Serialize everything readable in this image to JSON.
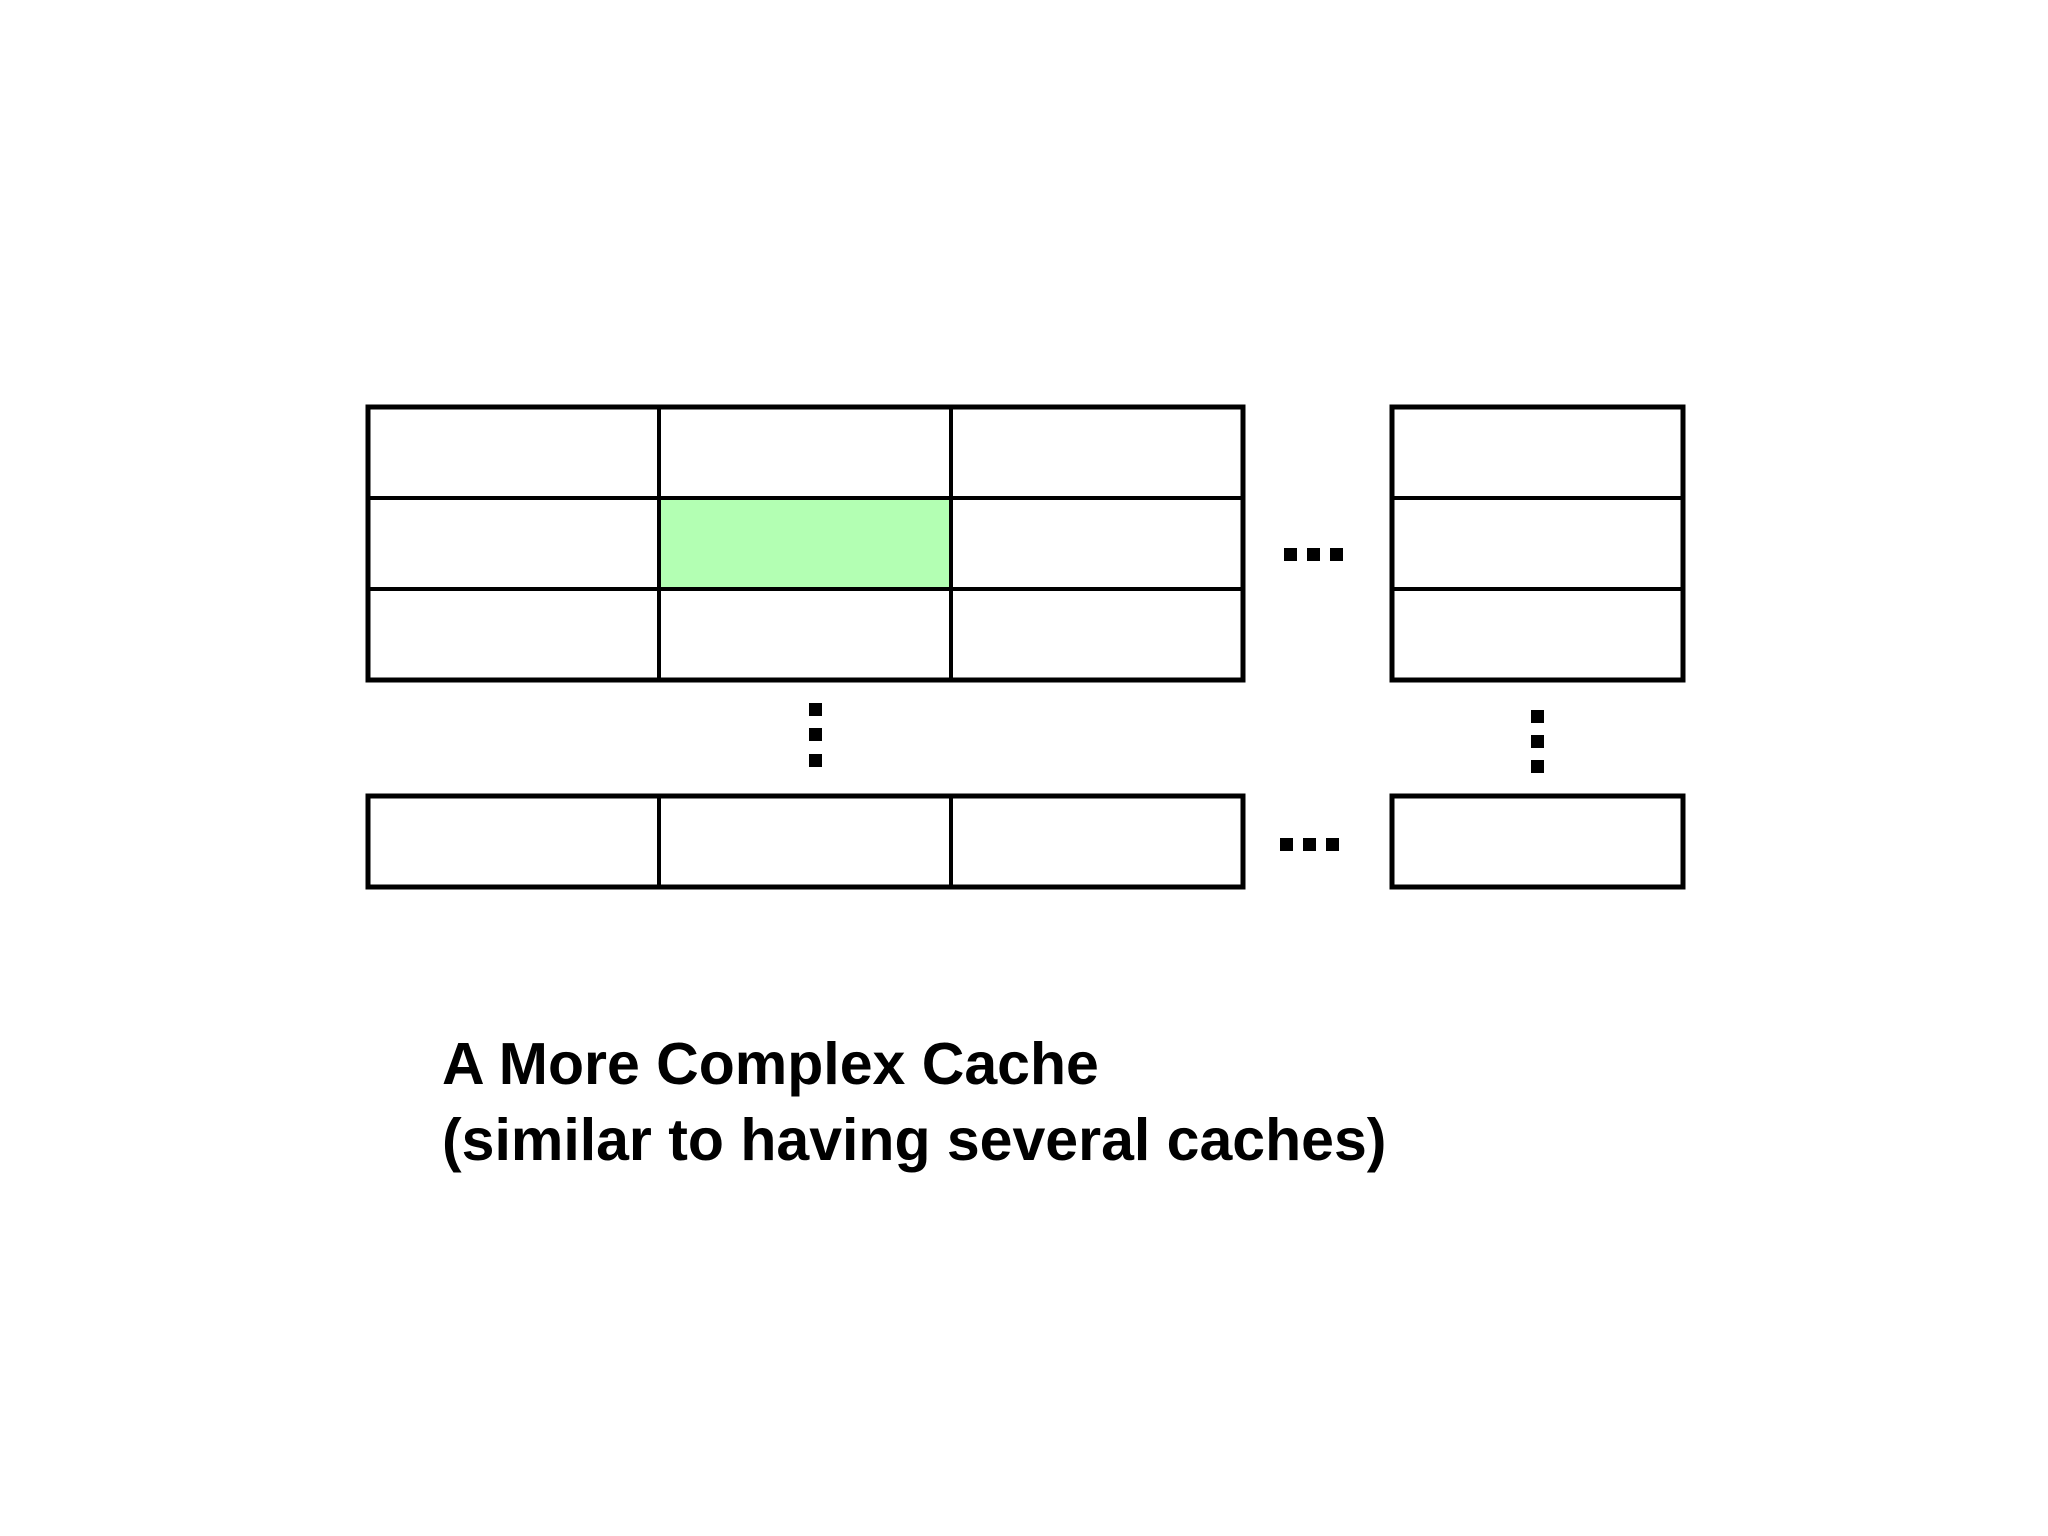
{
  "diagram": {
    "caption": {
      "line1": "A More Complex Cache",
      "line2": "(similar to having several caches)"
    },
    "colors": {
      "highlight": "#b3ffb3",
      "stroke": "#000000",
      "cell_fill": "#ffffff"
    },
    "highlighted_cell": {
      "row": 1,
      "col": 1
    }
  }
}
